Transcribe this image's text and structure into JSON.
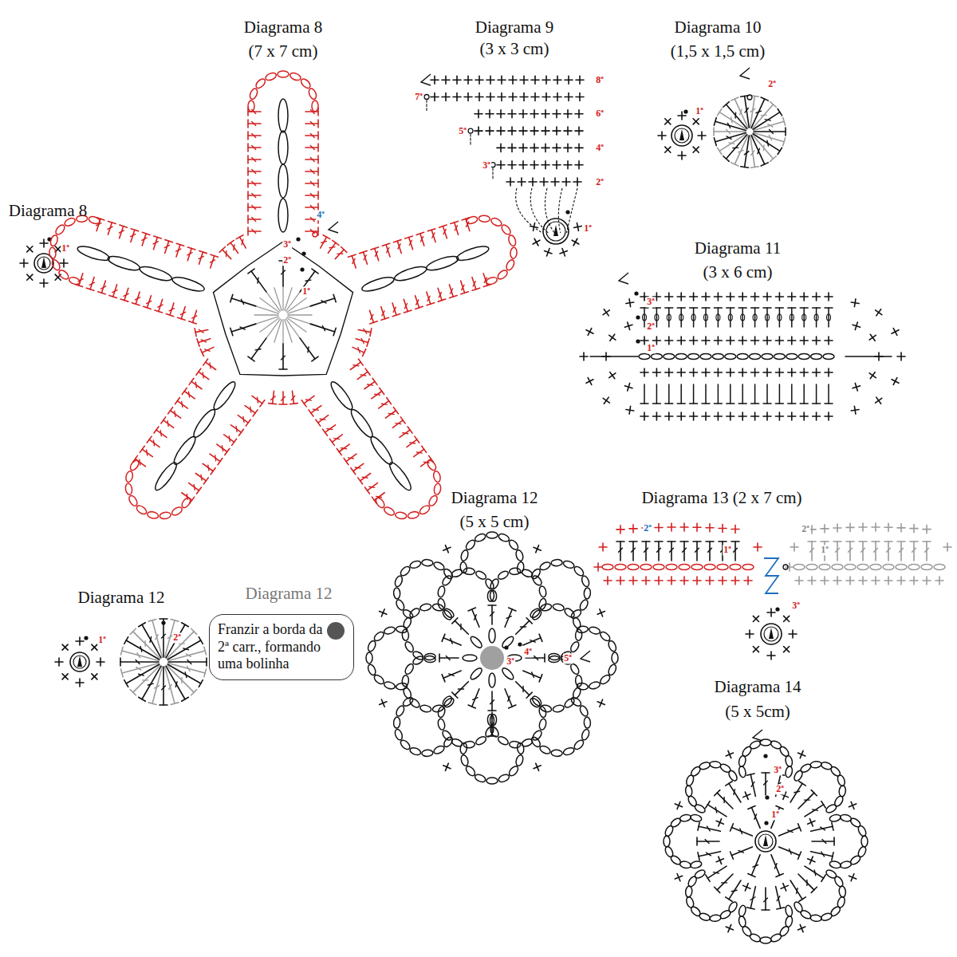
{
  "diagram": {
    "nodes": [
      {
        "text": [
          "Franzir a borda da 2ª carr., formando uma bolinha"
        ]
      }
    ],
    "labels": [
      "Diagrama 8",
      "(7 x 7 cm)",
      "Diagrama 8",
      "1ª",
      "1ª",
      "2ª",
      "3ª",
      "4ª",
      "Diagrama 9",
      "(3 x 3 cm)",
      "1ª",
      "2ª",
      "3ª",
      "4ª",
      "5ª",
      "6ª",
      "7ª",
      "8ª",
      "Diagrama 10",
      "(1,5 x 1,5 cm)",
      "1ª",
      "2ª",
      "Diagrama 11",
      "(3 x 6 cm)",
      "1ª",
      "2ª",
      "3ª",
      "Diagrama 12",
      "Diagrama 12",
      "1ª",
      "2ª",
      "Diagrama 12",
      "(5 x 5 cm)",
      "3ª",
      "4ª",
      "5ª",
      "Diagrama 13 (2 x 7 cm)",
      "2ª",
      "1ª",
      "2ª",
      "1ª",
      "3ª",
      "Diagrama 14",
      "(5 x 5cm)",
      "1ª",
      "2ª",
      "3ª"
    ]
  }
}
